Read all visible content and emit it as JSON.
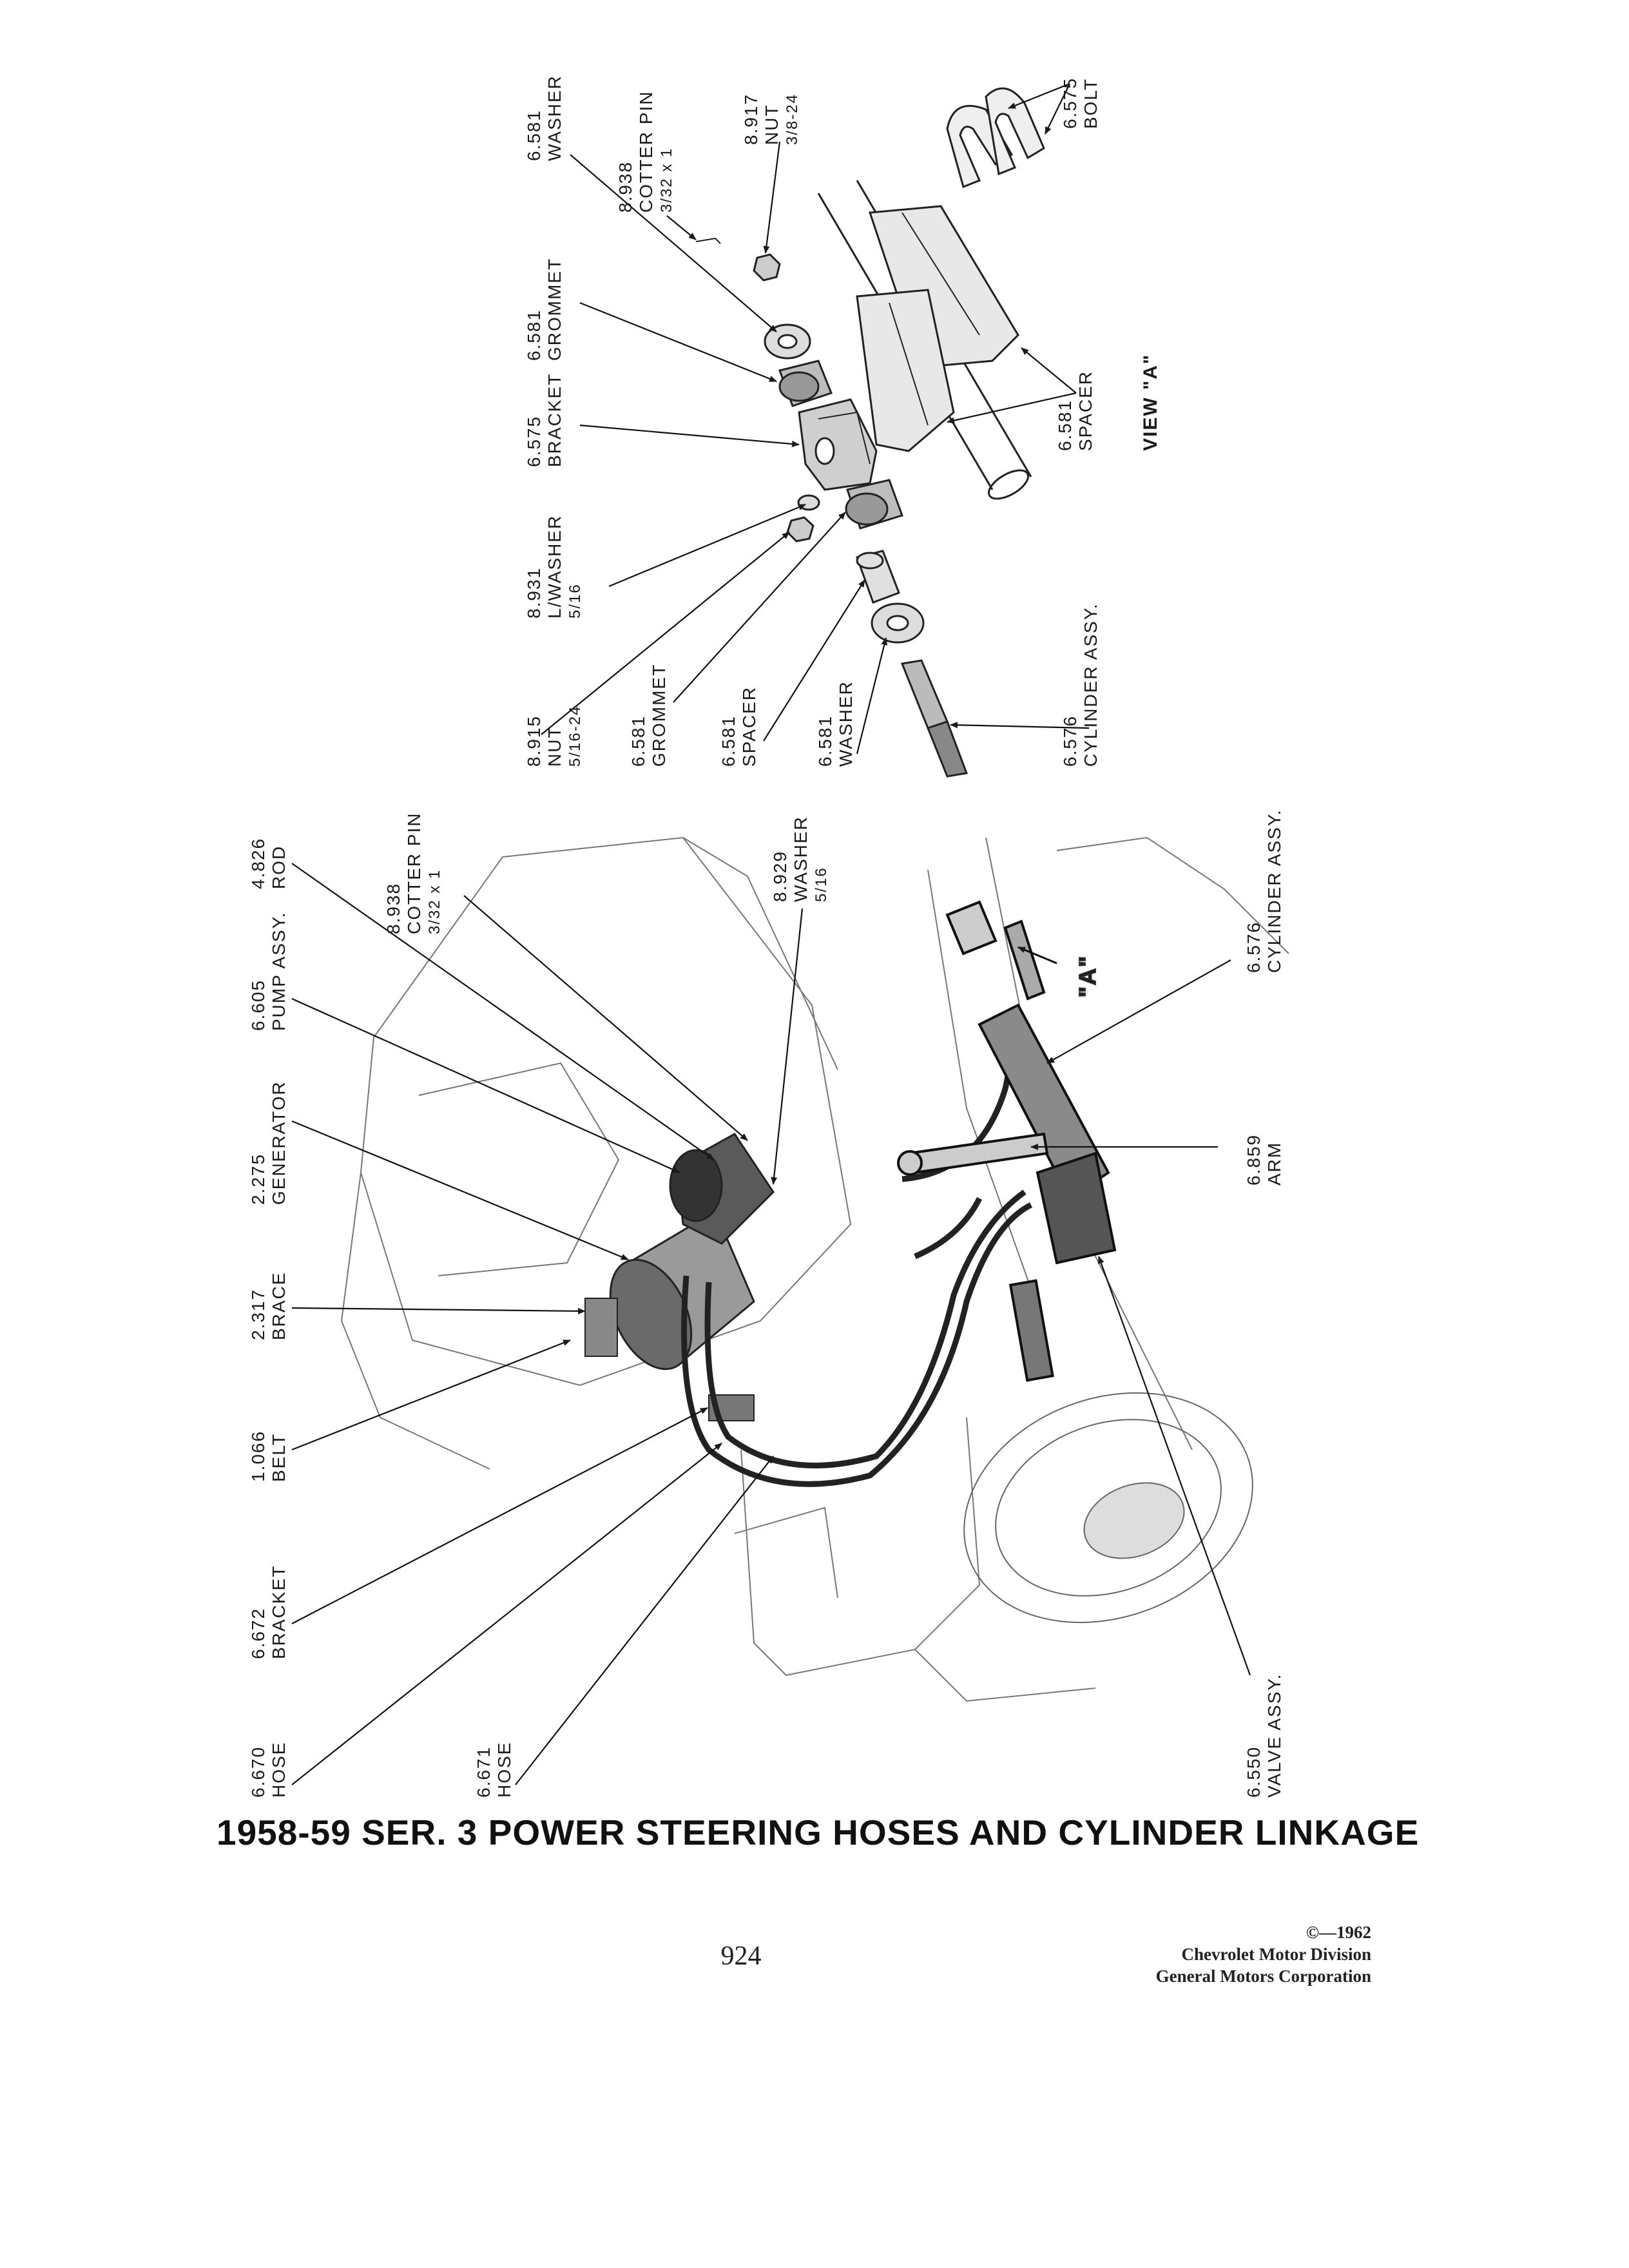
{
  "caption": "1958-59 SER. 3 POWER STEERING HOSES AND CYLINDER LINKAGE",
  "page_number": "924",
  "copyright": {
    "line1": "©—1962",
    "line2": "Chevrolet Motor Division",
    "line3": "General Motors Corporation"
  },
  "view_a": {
    "title": "VIEW \"A\"",
    "callouts": {
      "washer_top": {
        "code": "6.581",
        "name": "WASHER",
        "spec": ""
      },
      "cotter_pin": {
        "code": "8.938",
        "name": "COTTER PIN",
        "spec": "3/32 x 1"
      },
      "nut_top": {
        "code": "8.917",
        "name": "NUT",
        "spec": "3/8-24"
      },
      "bolt": {
        "code": "6.575",
        "name": "BOLT",
        "spec": ""
      },
      "grommet_top": {
        "code": "6.581",
        "name": "GROMMET",
        "spec": ""
      },
      "bracket": {
        "code": "6.575",
        "name": "BRACKET",
        "spec": ""
      },
      "lwasher": {
        "code": "8.931",
        "name": "L/WASHER",
        "spec": "5/16"
      },
      "spacer_right": {
        "code": "6.581",
        "name": "SPACER",
        "spec": ""
      },
      "nut_bottom": {
        "code": "8.915",
        "name": "NUT",
        "spec": "5/16-24"
      },
      "grommet_bottom": {
        "code": "6.581",
        "name": "GROMMET",
        "spec": ""
      },
      "spacer_bottom": {
        "code": "6.581",
        "name": "SPACER",
        "spec": ""
      },
      "washer_bottom": {
        "code": "6.581",
        "name": "WASHER",
        "spec": ""
      },
      "cylinder": {
        "code": "6.576",
        "name": "CYLINDER ASSY.",
        "spec": ""
      }
    }
  },
  "main_view": {
    "a_marker": "\"A\"",
    "callouts": {
      "rod": {
        "code": "4.826",
        "name": "ROD",
        "spec": ""
      },
      "cotter_pin": {
        "code": "8.938",
        "name": "COTTER PIN",
        "spec": "3/32 x 1"
      },
      "washer": {
        "code": "8.929",
        "name": "WASHER",
        "spec": "5/16"
      },
      "pump": {
        "code": "6.605",
        "name": "PUMP ASSY.",
        "spec": ""
      },
      "generator": {
        "code": "2.275",
        "name": "GENERATOR",
        "spec": ""
      },
      "brace": {
        "code": "2.317",
        "name": "BRACE",
        "spec": ""
      },
      "belt": {
        "code": "1.066",
        "name": "BELT",
        "spec": ""
      },
      "bracket": {
        "code": "6.672",
        "name": "BRACKET",
        "spec": ""
      },
      "hose_left": {
        "code": "6.670",
        "name": "HOSE",
        "spec": ""
      },
      "hose_right": {
        "code": "6.671",
        "name": "HOSE",
        "spec": ""
      },
      "cylinder": {
        "code": "6.576",
        "name": "CYLINDER ASSY.",
        "spec": ""
      },
      "arm": {
        "code": "6.859",
        "name": "ARM",
        "spec": ""
      },
      "valve": {
        "code": "6.550",
        "name": "VALVE ASSY.",
        "spec": ""
      }
    }
  }
}
